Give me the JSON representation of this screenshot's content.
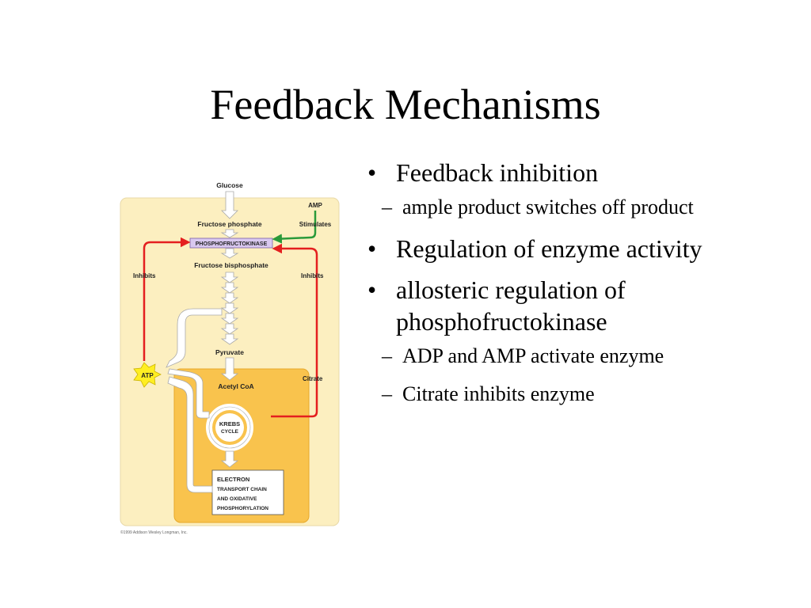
{
  "slide": {
    "title": "Feedback Mechanisms",
    "bullets": [
      {
        "text": "Feedback inhibition",
        "subs": [
          "ample product switches off product"
        ]
      },
      {
        "text": "Regulation of enzyme activity",
        "subs": []
      },
      {
        "text": "allosteric regulation of phosphofructokinase",
        "subs": [
          "ADP and AMP activate enzyme",
          "Citrate inhibits enzyme"
        ]
      }
    ]
  },
  "diagram": {
    "labels": {
      "glucose": "Glucose",
      "fructose_phosphate": "Fructose phosphate",
      "enzyme": "PHOSPHOFRUCTOKINASE",
      "fructose_bisphosphate": "Fructose bisphosphate",
      "pyruvate": "Pyruvate",
      "acetyl_coa": "Acetyl CoA",
      "krebs_line1": "KREBS",
      "krebs_line2": "CYCLE",
      "etc_line1": "ELECTRON",
      "etc_line2": "TRANSPORT CHAIN",
      "etc_line3": "AND OXIDATIVE",
      "etc_line4": "PHOSPHORYLATION",
      "amp": "AMP",
      "stimulates": "Stimulates",
      "inhibits_left": "Inhibits",
      "inhibits_right": "Inhibits",
      "atp": "ATP",
      "citrate": "Citrate",
      "copyright": "©1999 Addison Wesley Longman, Inc."
    },
    "colors": {
      "panel": "#fcefc0",
      "mito": "#f9c34d",
      "inhibit_arrow": "#e41f1f",
      "stimulate_arrow": "#2a9a3a",
      "enzyme_box": "#d9c8f0",
      "atp_star": "#ffee22"
    }
  }
}
